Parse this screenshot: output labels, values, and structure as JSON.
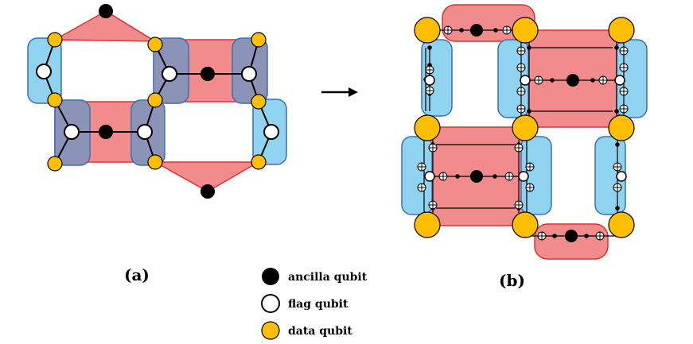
{
  "panels": {
    "a_label": "(a)",
    "b_label": "(b)"
  },
  "legend": [
    {
      "label": "ancilla  qubit",
      "kind": "ancilla"
    },
    {
      "label": "flag  qubit",
      "kind": "flag"
    },
    {
      "label": "data  qubit",
      "kind": "data"
    }
  ],
  "colors": {
    "red_plaquette": "#f28b8b",
    "red_stroke": "#e23030",
    "blue_plaquette": "#8fd3f0",
    "blue_stroke": "#3a6fb5",
    "gray_overlap": "#8b93b8",
    "data_qubit": "#ffbf00",
    "ancilla_qubit": "#000000",
    "flag_qubit": "#ffffff"
  },
  "icons": {
    "arrow": "arrow-right-icon",
    "cnot_target": "circle-plus-icon"
  }
}
